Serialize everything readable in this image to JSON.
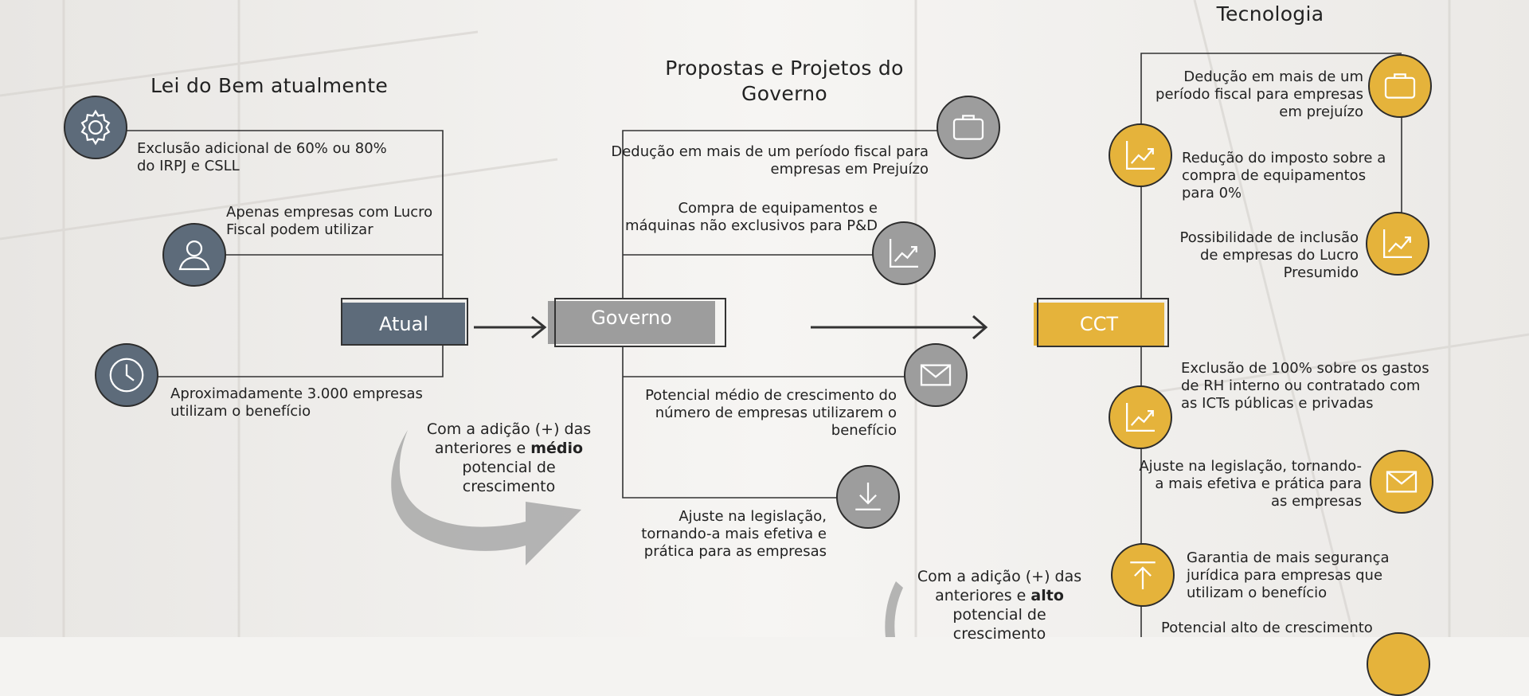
{
  "columns": {
    "atual": {
      "title": "Lei do Bem atualmente",
      "hub": "Atual",
      "items": [
        "Exclusão adicional de 60% ou 80% do IRPJ e CSLL",
        "Apenas empresas com Lucro Fiscal podem utilizar",
        "Aproximadamente 3.000 empresas utilizam o benefício"
      ]
    },
    "governo": {
      "title": "Propostas e Projetos do Governo",
      "hub": "Governo",
      "items": [
        "Dedução em mais de um período fiscal para empresas em Prejuízo",
        "Compra de equipamentos e máquinas não exclusivos para P&D",
        "Potencial médio de crescimento do número de empresas utilizarem o benefício",
        "Ajuste na legislação, tornando-a mais efetiva e prática para as empresas"
      ]
    },
    "cct": {
      "title": "Tecnologia",
      "hub": "CCT",
      "items": [
        "Dedução em mais de um período fiscal para empresas em prejuízo",
        "Redução do imposto sobre a compra de equipamentos para 0%",
        "Possibilidade de inclusão de empresas do Lucro Presumido",
        "Exclusão de 100% sobre os gastos de RH interno ou contratado com as ICTs públicas e privadas",
        "Ajuste na legislação, tornando-a mais efetiva e prática para as empresas",
        "Garantia de mais segurança jurídica para empresas que utilizam o benefício",
        "Potencial alto de crescimento"
      ]
    }
  },
  "notes": {
    "medio": {
      "pre": "Com a adição (+) das anteriores e ",
      "bold": "médio",
      "post": " potencial de crescimento"
    },
    "alto": {
      "pre": "Com a adição (+) das anteriores e ",
      "bold": "alto",
      "post": " potencial de crescimento"
    }
  },
  "icons": {
    "atual": [
      "gear-icon",
      "user-icon",
      "clock-icon"
    ],
    "governo": [
      "briefcase-icon",
      "chart-icon",
      "mail-icon",
      "download-icon"
    ],
    "cct": [
      "briefcase-icon",
      "chart-icon",
      "chart-icon",
      "chart-icon",
      "mail-icon",
      "upload-icon",
      "circle-icon"
    ]
  },
  "colors": {
    "atual": "#5d6b7a",
    "governo": "#9d9d9d",
    "cct": "#e5b33b"
  }
}
